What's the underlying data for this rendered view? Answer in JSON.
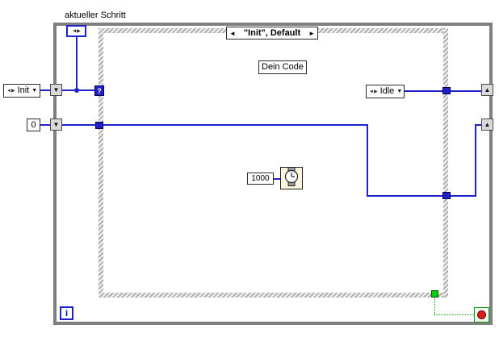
{
  "colors": {
    "wire_blue": "#2121cc",
    "loop_border": "#7f7f7f",
    "bool_green": "#00a300",
    "stop_red": "#d61f1f",
    "hatch_dark": "#b0b0b0",
    "hatch_light": "#f2f2f2"
  },
  "while_loop": {
    "iteration_label": "i"
  },
  "case_structure": {
    "selector_title": "\"Init\", Default",
    "prev_glyph": "◄",
    "next_glyph": "►",
    "selector_terminal": "?"
  },
  "labels": {
    "shift_register_label": "aktueller Schritt",
    "free_label": "Dein Code"
  },
  "constants": {
    "init": "Init",
    "idle": "Idle",
    "zero": "0",
    "wait_ms": "1000"
  },
  "glyphs": {
    "enum_pair": "◄▶",
    "dropdown": "▼",
    "shift_down": "▼",
    "shift_up": "▲"
  }
}
